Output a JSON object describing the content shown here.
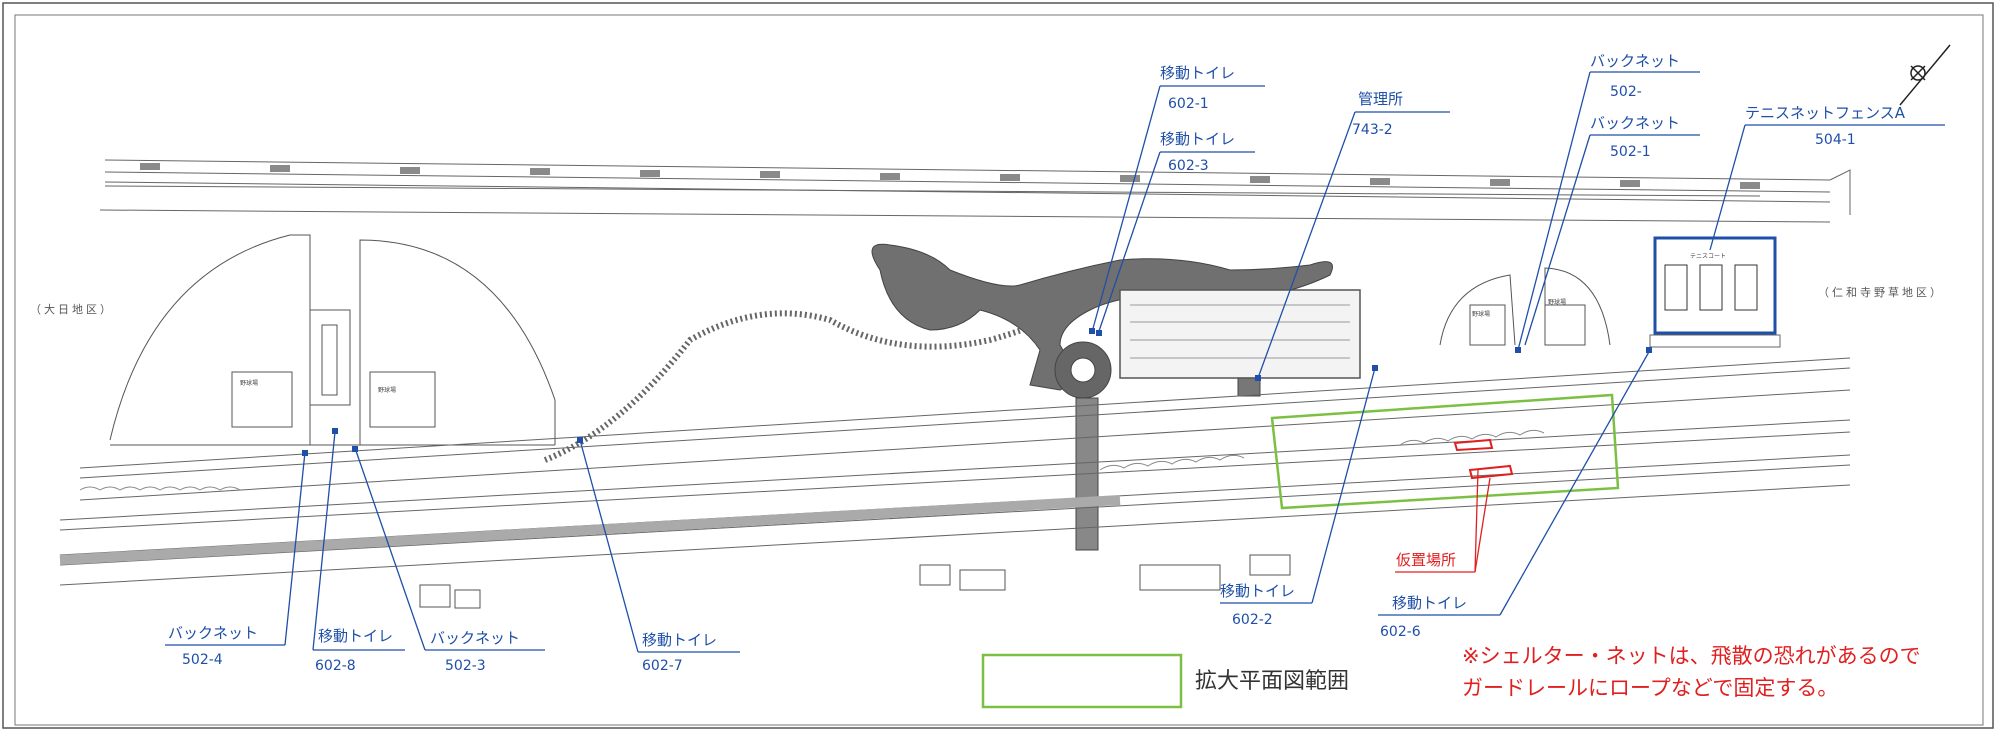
{
  "areas": {
    "left": "（大日地区）",
    "right": "（仁和寺野草地区）"
  },
  "callouts": {
    "toilet_602_1": {
      "title": "移動トイレ",
      "code": "602-1"
    },
    "toilet_602_3": {
      "title": "移動トイレ",
      "code": "602-3"
    },
    "office_743_2": {
      "title": "管理所",
      "code": "743-2"
    },
    "backnet_502": {
      "title": "バックネット",
      "code": "502-"
    },
    "backnet_502_1": {
      "title": "バックネット",
      "code": "502-1"
    },
    "tennis_504_1": {
      "title": "テニスネットフェンスA",
      "code": "504-1"
    },
    "backnet_502_4": {
      "title": "バックネット",
      "code": "502-4"
    },
    "toilet_602_8": {
      "title": "移動トイレ",
      "code": "602-8"
    },
    "backnet_502_3": {
      "title": "バックネット",
      "code": "502-3"
    },
    "toilet_602_7": {
      "title": "移動トイレ",
      "code": "602-7"
    },
    "toilet_602_2": {
      "title": "移動トイレ",
      "code": "602-2"
    },
    "toilet_602_6": {
      "title": "移動トイレ",
      "code": "602-6"
    },
    "temp_storage": {
      "title": "仮置場所"
    }
  },
  "legend": {
    "label": "拡大平面図範囲",
    "color": "#7bc043"
  },
  "notes": {
    "line1": "※シェルター・ネットは、飛散の恐れがあるので",
    "line2": "ガードレールにロープなどで固定する。"
  },
  "field_labels": {
    "field_a": "野球場",
    "field_b": "野球場",
    "field_c": "野球場",
    "field_d": "野球場",
    "tennis": "テニスコート"
  },
  "colors": {
    "label_blue": "#1f4fa8",
    "note_red": "#e02020",
    "range_green": "#7bc043"
  }
}
